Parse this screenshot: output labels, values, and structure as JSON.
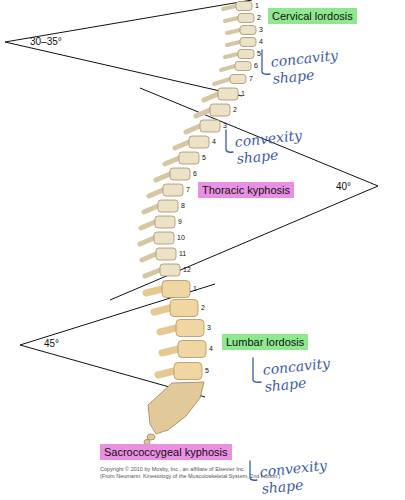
{
  "diagram": {
    "nodes": [
      {
        "text": [
          "Cervical lordosis"
        ]
      },
      {
        "text": [
          "Thoracic kyphosis"
        ]
      },
      {
        "text": [
          "Lumbar lordosis"
        ]
      },
      {
        "text": [
          "Sacrococcygeal kyphosis"
        ]
      }
    ],
    "labels": [
      "1",
      "2",
      "3",
      "4",
      "5",
      "6",
      "7",
      "30–35°",
      "concavity shape",
      "1",
      "2",
      "3",
      "4",
      "5",
      "6",
      "7",
      "8",
      "9",
      "10",
      "11",
      "12",
      "convexity shape",
      "40°",
      "1",
      "2",
      "3",
      "4",
      "5",
      "45°",
      "concavity shape",
      "convexity shape",
      "Copyright © 2010 by Mosby, Inc., an affiliate of Elsevier Inc.",
      "(From Neumann: Kinesiology of the Musculoskeletal System, 2nd edition.)"
    ]
  }
}
